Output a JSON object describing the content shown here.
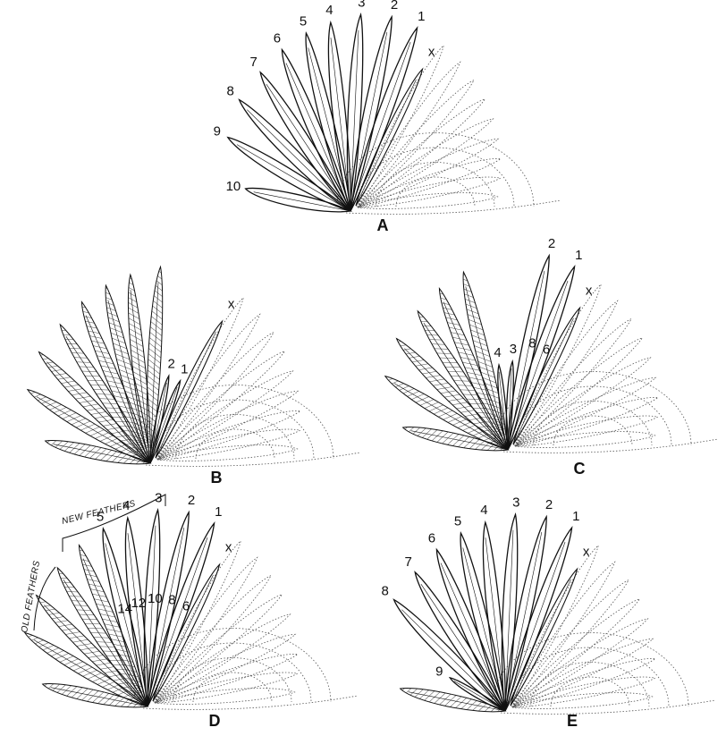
{
  "panels": [
    {
      "id": "A",
      "letter": "A",
      "primaries": [
        {
          "label": "1",
          "style": "bold"
        },
        {
          "label": "2",
          "style": "bold"
        },
        {
          "label": "3",
          "style": "bold"
        },
        {
          "label": "4",
          "style": "bold"
        },
        {
          "label": "5",
          "style": "bold"
        },
        {
          "label": "6",
          "style": "bold"
        },
        {
          "label": "7",
          "style": "bold"
        },
        {
          "label": "8",
          "style": "bold"
        },
        {
          "label": "9",
          "style": "bold"
        },
        {
          "label": "10",
          "style": "bold"
        }
      ],
      "x_label": "x"
    },
    {
      "id": "B",
      "letter": "B",
      "primaries": [
        {
          "label": "1",
          "style": "small"
        },
        {
          "label": "2",
          "style": "small"
        },
        {
          "label": "",
          "style": "hatched"
        },
        {
          "label": "",
          "style": "hatched"
        },
        {
          "label": "",
          "style": "hatched"
        },
        {
          "label": "",
          "style": "hatched"
        },
        {
          "label": "",
          "style": "hatched"
        },
        {
          "label": "",
          "style": "hatched"
        },
        {
          "label": "",
          "style": "hatched"
        },
        {
          "label": "",
          "style": "hatched"
        }
      ],
      "x_label": "x"
    },
    {
      "id": "C",
      "letter": "C",
      "primaries": [
        {
          "label": "1",
          "inner": "6",
          "style": "bold"
        },
        {
          "label": "2",
          "inner": "8",
          "style": "bold"
        },
        {
          "label": "3",
          "style": "small"
        },
        {
          "label": "4",
          "style": "small"
        },
        {
          "label": "",
          "style": "hatched"
        },
        {
          "label": "",
          "style": "hatched"
        },
        {
          "label": "",
          "style": "hatched"
        },
        {
          "label": "",
          "style": "hatched"
        },
        {
          "label": "",
          "style": "hatched"
        },
        {
          "label": "",
          "style": "hatched"
        }
      ],
      "x_label": "x"
    },
    {
      "id": "D",
      "letter": "D",
      "primaries": [
        {
          "label": "1",
          "inner": "6",
          "style": "bold"
        },
        {
          "label": "2",
          "inner": "8",
          "style": "bold"
        },
        {
          "label": "3",
          "inner": "10",
          "style": "bold"
        },
        {
          "label": "4",
          "inner": "12",
          "style": "bold"
        },
        {
          "label": "5",
          "inner": "14",
          "style": "bold"
        },
        {
          "label": "",
          "style": "hatched"
        },
        {
          "label": "",
          "style": "hatched"
        },
        {
          "label": "",
          "style": "hatched"
        },
        {
          "label": "",
          "style": "hatched"
        },
        {
          "label": "",
          "style": "hatched"
        }
      ],
      "x_label": "x",
      "new_feathers": "NEW FEATHERS",
      "old_feathers": "OLD FEATHERS"
    },
    {
      "id": "E",
      "letter": "E",
      "primaries": [
        {
          "label": "1",
          "style": "bold"
        },
        {
          "label": "2",
          "style": "bold"
        },
        {
          "label": "3",
          "style": "bold"
        },
        {
          "label": "4",
          "style": "bold"
        },
        {
          "label": "5",
          "style": "bold"
        },
        {
          "label": "6",
          "style": "bold"
        },
        {
          "label": "7",
          "style": "bold"
        },
        {
          "label": "8",
          "style": "bold"
        },
        {
          "label": "9",
          "style": "small"
        },
        {
          "label": "",
          "style": "hatched"
        }
      ],
      "x_label": "x"
    }
  ],
  "colors": {
    "ink": "#111111",
    "dotted": "#555555",
    "hatch": "#333333"
  }
}
